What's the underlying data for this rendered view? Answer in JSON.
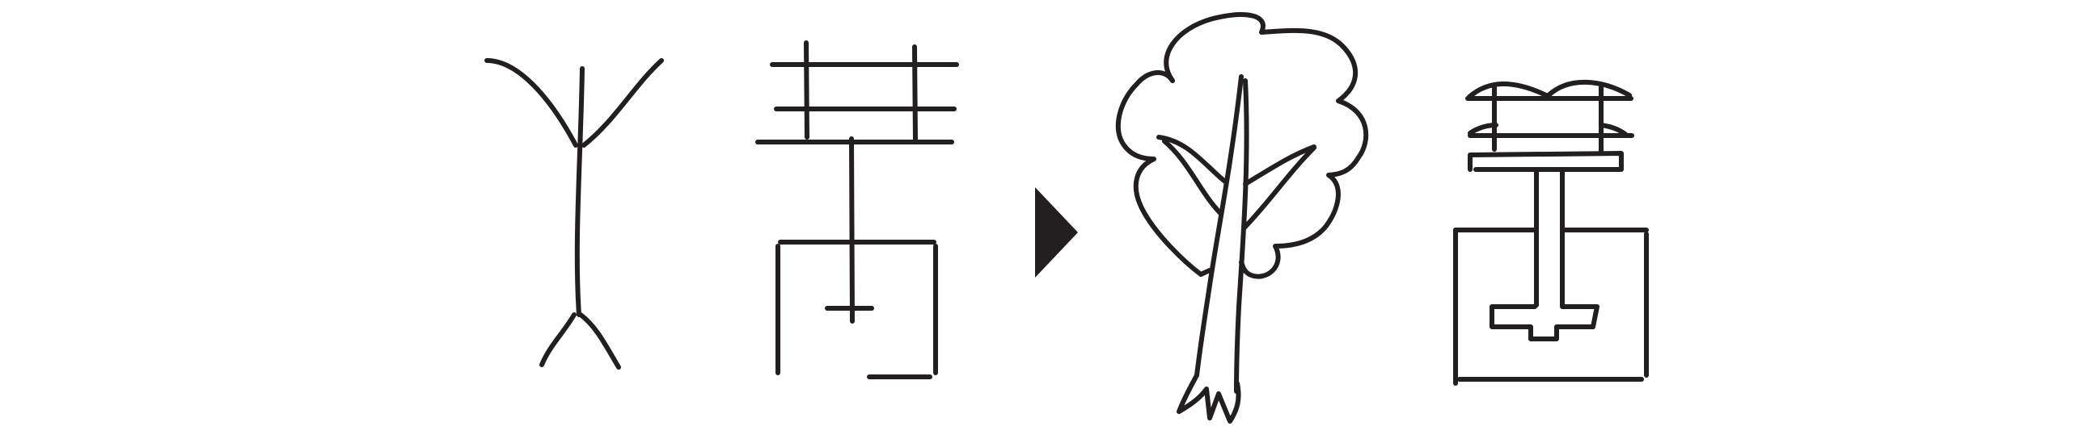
{
  "figure": {
    "stroke_color": "#231f20",
    "background": "#ffffff",
    "panels": [
      {
        "id": "glyph-1",
        "description_icon": "branching-stick-glyph-icon"
      },
      {
        "id": "glyph-2",
        "description_icon": "grid-frame-glyph-icon"
      },
      {
        "id": "arrow",
        "description_icon": "arrow-right-icon"
      },
      {
        "id": "tree",
        "description_icon": "tree-icon"
      },
      {
        "id": "glyph-3",
        "description_icon": "stacked-frame-glyph-icon"
      }
    ]
  }
}
